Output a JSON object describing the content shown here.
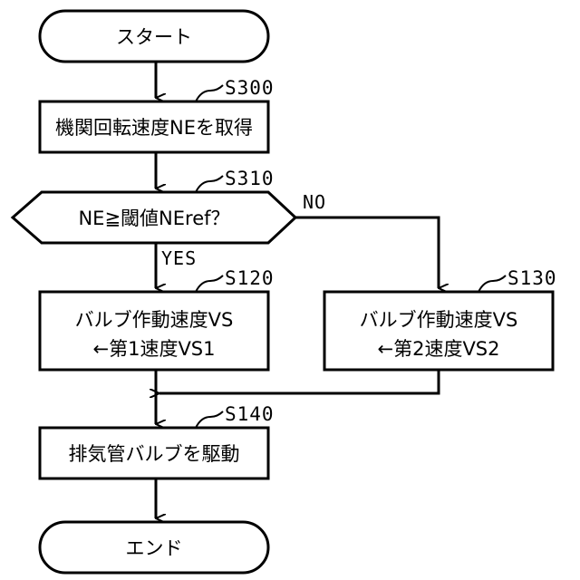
{
  "flowchart": {
    "start": {
      "label": "スタート"
    },
    "s300": {
      "step": "S300",
      "label": "機関回転速度NEを取得"
    },
    "s310": {
      "step": "S310",
      "label": "NE≧閾値NEref？",
      "yes": "YES",
      "no": "NO"
    },
    "s120": {
      "step": "S120",
      "line1": "バルブ作動速度VS",
      "line2": "←第1速度VS1"
    },
    "s130": {
      "step": "S130",
      "line1": "バルブ作動速度VS",
      "line2": "←第2速度VS2"
    },
    "s140": {
      "step": "S140",
      "label": "排気管バルブを駆動"
    },
    "end": {
      "label": "エンド"
    }
  }
}
